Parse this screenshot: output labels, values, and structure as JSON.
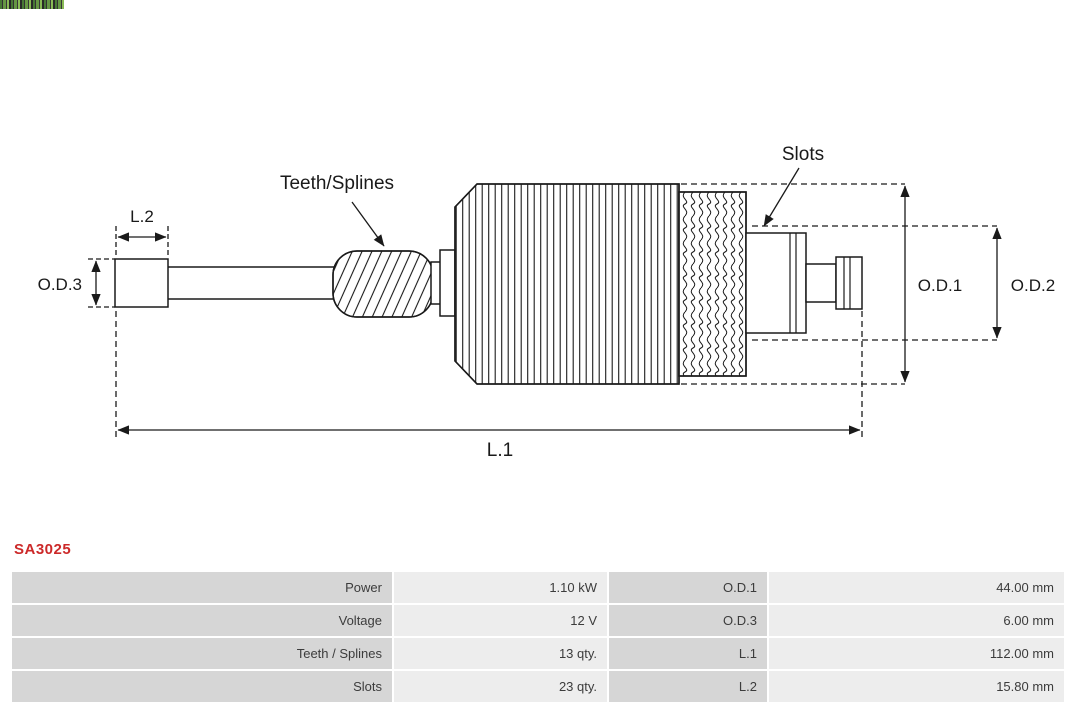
{
  "branding": {
    "logo": "as-pl-watermark-fragment"
  },
  "part_number": "SA3025",
  "diagram": {
    "labels": {
      "teeth_splines": "Teeth/Splines",
      "slots": "Slots",
      "l1": "L.1",
      "l2": "L.2",
      "od1": "O.D.1",
      "od2": "O.D.2",
      "od3": "O.D.3"
    }
  },
  "specs": {
    "rows": [
      [
        "Power",
        "1.10 kW",
        "O.D.1",
        "44.00 mm"
      ],
      [
        "Voltage",
        "12 V",
        "O.D.3",
        "6.00 mm"
      ],
      [
        "Teeth / Splines",
        "13 qty.",
        "L.1",
        "112.00 mm"
      ],
      [
        "Slots",
        "23 qty.",
        "L.2",
        "15.80 mm"
      ]
    ]
  },
  "colors": {
    "part_number_red": "#cc2929",
    "table_label_bg": "#d6d6d6",
    "table_value_bg": "#ededed",
    "diagram_ink": "#1a1a1a"
  }
}
